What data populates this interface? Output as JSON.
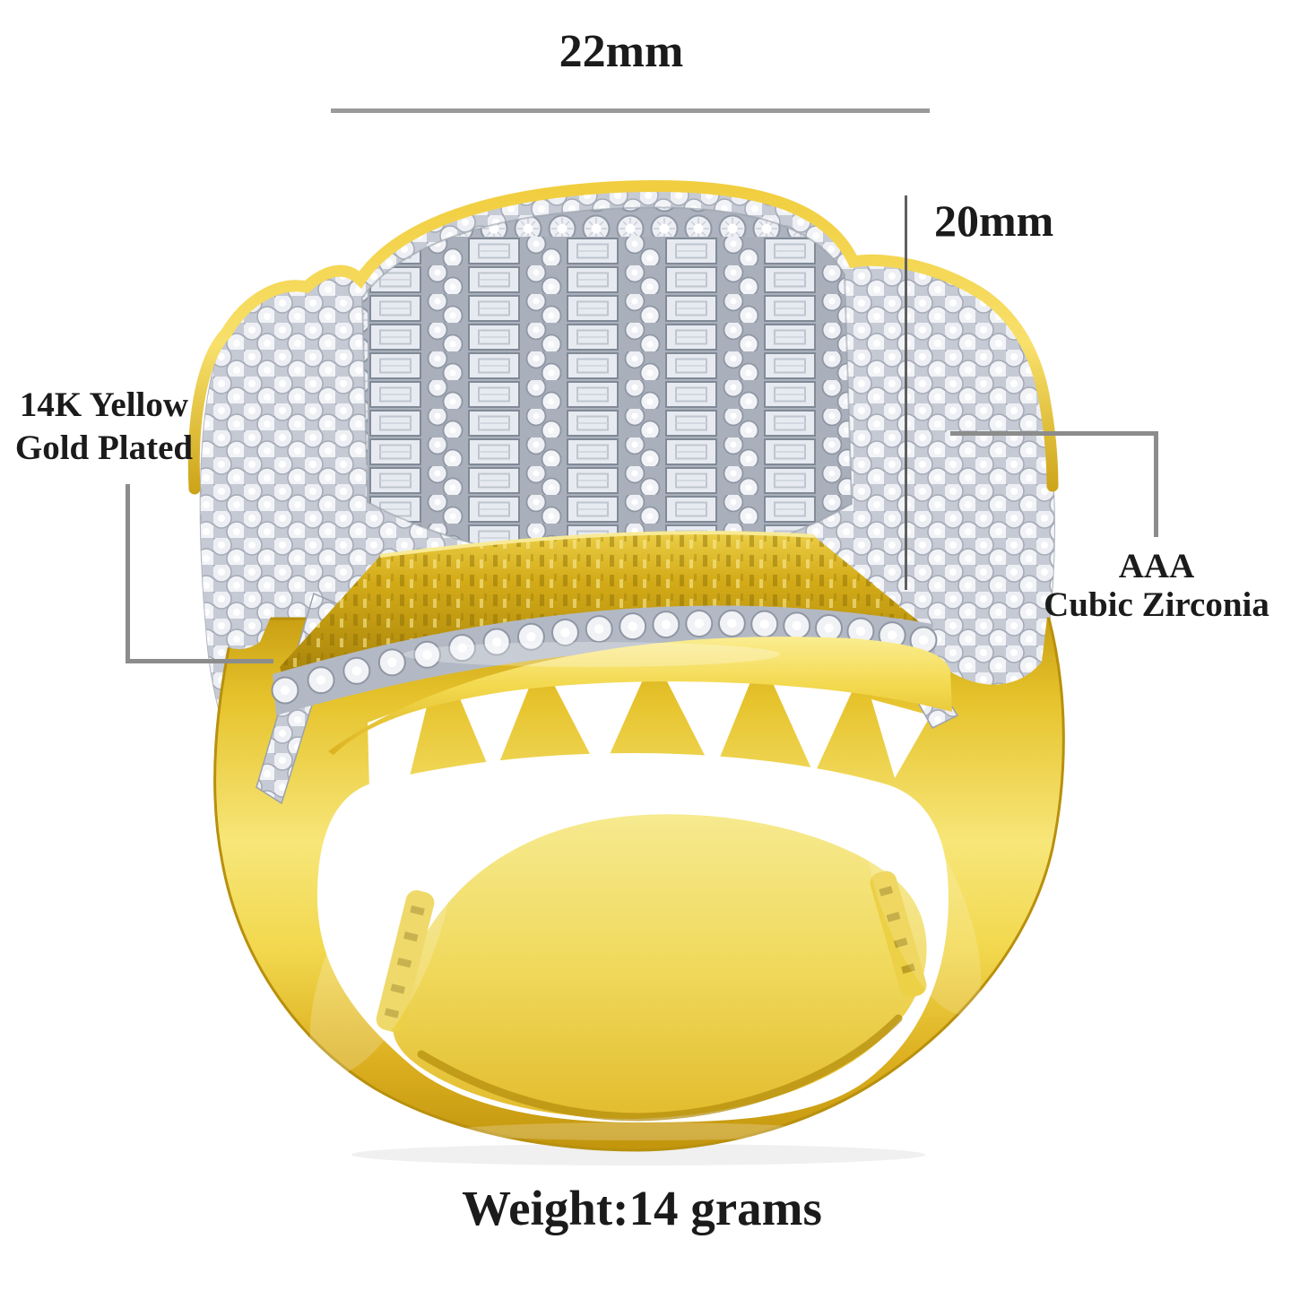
{
  "page": {
    "background": "#ffffff"
  },
  "annotations": {
    "width_dimension": {
      "label": "22mm"
    },
    "height_dimension": {
      "label": "20mm"
    },
    "material": {
      "line1": "14K Yellow",
      "line2": "Gold Plated"
    },
    "stone_quality": {
      "line1": "AAA",
      "line2": "Cubic Zirconia"
    },
    "weight": {
      "label": "Weight:14 grams"
    }
  },
  "colors": {
    "background": "#ffffff",
    "label_text": "#1b1b1b",
    "dimension_line": "#9a9a9a",
    "height_line": "#5f5f5f",
    "leader_line": "#8c8c8c",
    "gold_bright": "#f7e679",
    "gold_mid": "#efcd3d",
    "gold_deep": "#c69e12",
    "pave_silver": "#c6cad4",
    "stone_white": "#eef0f5"
  },
  "subject": {
    "description": "Iced-out men's ring: yellow gold band, head fully paved with round and baguette cubic zirconia stones"
  }
}
